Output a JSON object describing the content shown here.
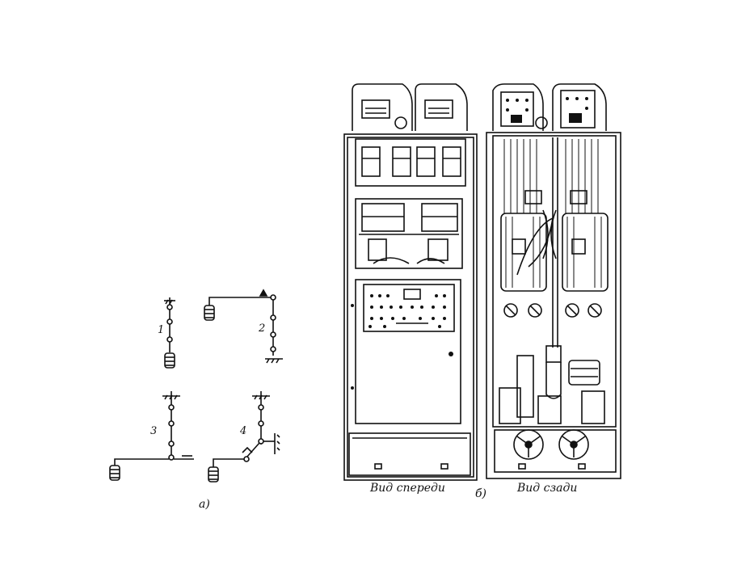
{
  "left_schemes": {
    "scheme_numbers": [
      "1",
      "2",
      "3",
      "4"
    ],
    "caption": "а)"
  },
  "right_views": {
    "front_caption": "Вид спереди",
    "rear_caption": "Вид сзади",
    "caption": "б)"
  }
}
